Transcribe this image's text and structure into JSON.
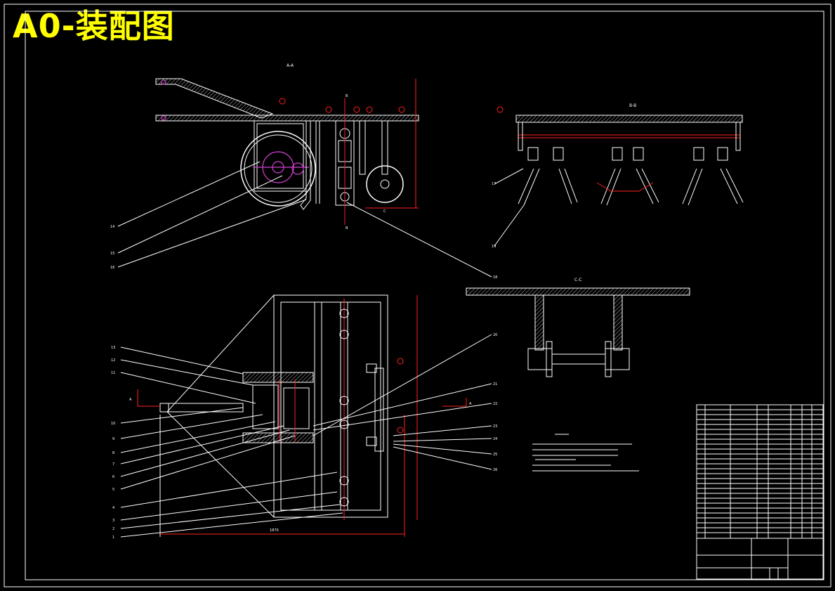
{
  "title": "A0-装配图",
  "section_labels": {
    "aa": "A-A",
    "bb": "B-B",
    "cc": "C-C"
  },
  "cut_markers": {
    "a_left": "A",
    "a_right": "A",
    "b_top": "B",
    "b_bottom": "B",
    "c": "C"
  },
  "part_numbers_left": [
    "13",
    "12",
    "11",
    "10",
    "9",
    "8",
    "7",
    "6",
    "5",
    "4",
    "3",
    "2",
    "1"
  ],
  "part_numbers_right": [
    "20",
    "21",
    "22",
    "23",
    "24",
    "25",
    "26"
  ],
  "part_numbers_top": [
    "14",
    "15",
    "16",
    "18",
    "17",
    "19"
  ],
  "colors": {
    "background": "#000000",
    "lines": "#ffffff",
    "dimension": "#ff2020",
    "hidden": "#d040d0",
    "title": "#ffff00"
  }
}
